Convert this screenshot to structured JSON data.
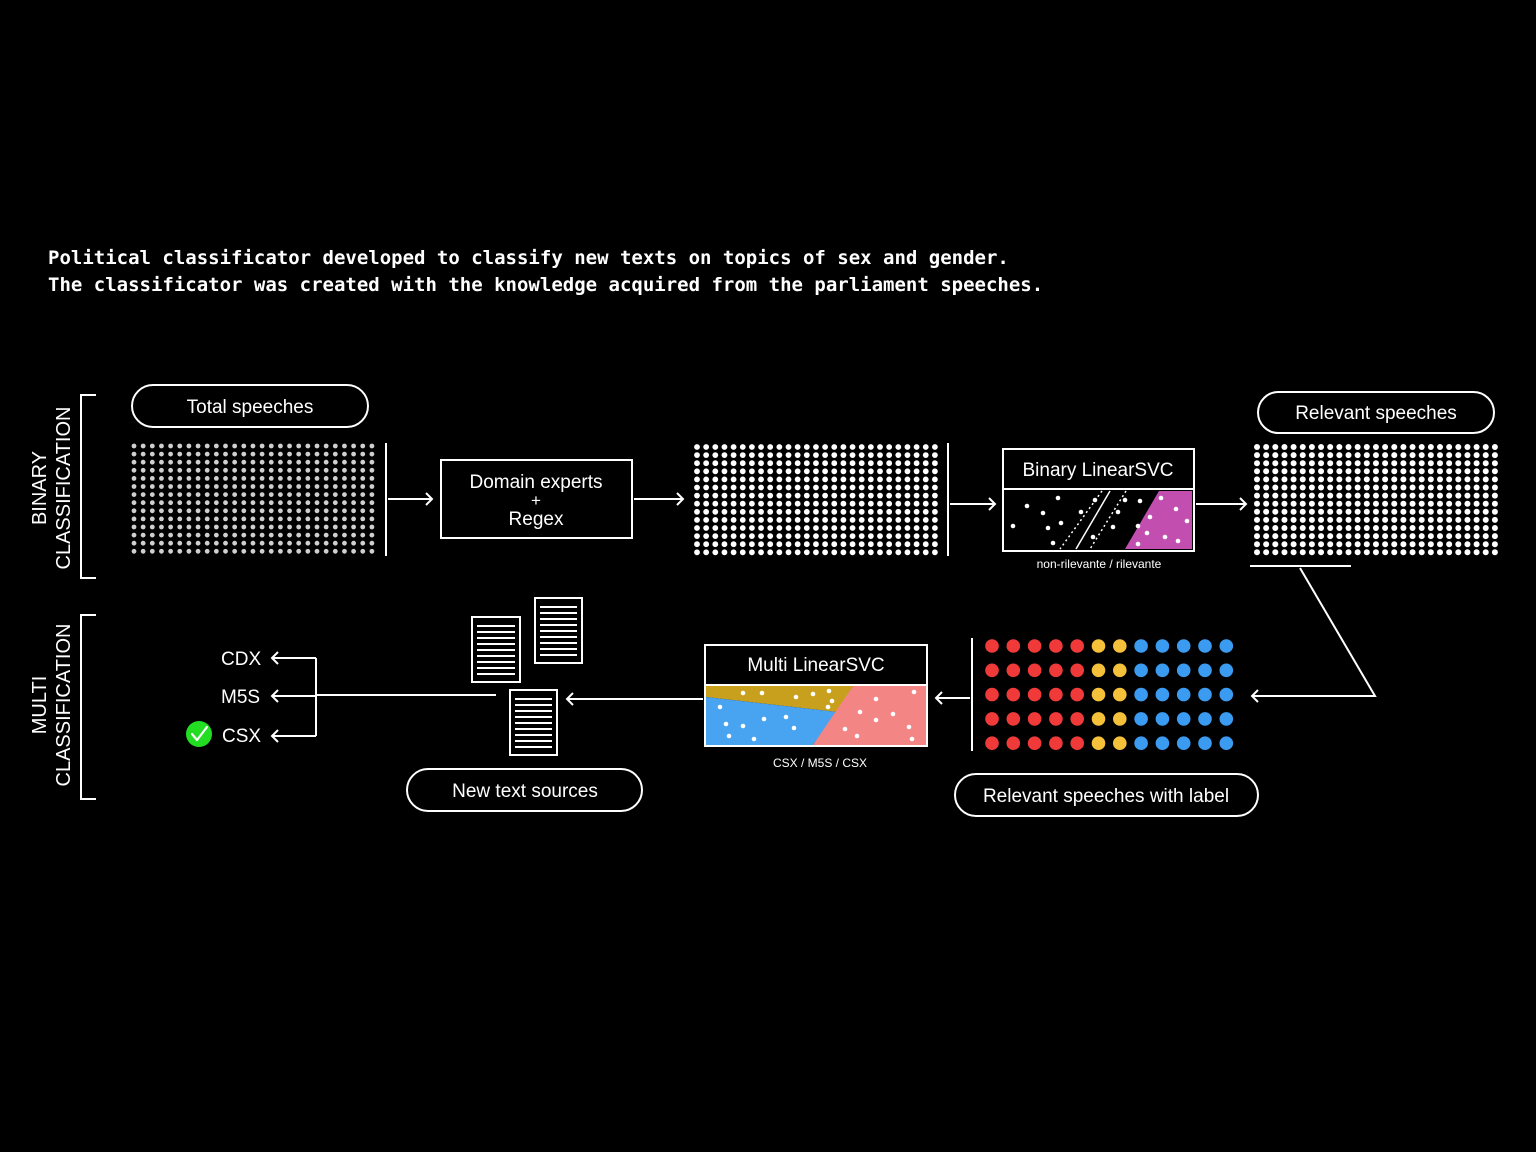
{
  "header": {
    "line1": "Political classificator developed to classify new texts on topics of sex and gender.",
    "line2": "The classificator was created with the knowledge acquired from the parliament speeches."
  },
  "sections": {
    "binary": {
      "line1": "BINARY",
      "line2": "CLASSIFICATION"
    },
    "multi": {
      "line1": "MULTI",
      "line2": "CLASSIFICATION"
    }
  },
  "binary_flow": {
    "total_label": "Total speeches",
    "experts_line1": "Domain experts",
    "experts_plus": "+",
    "experts_line2": "Regex",
    "svc_title": "Binary LinearSVC",
    "svc_caption": "non-rilevante / rilevante",
    "relevant_label": "Relevant speeches"
  },
  "multi_flow": {
    "svc_title": "Multi LinearSVC",
    "svc_caption": "CSX / M5S / CSX",
    "labeled_label": "Relevant speeches with label",
    "sources_label": "New text sources",
    "outputs": [
      "CDX",
      "M5S",
      "CSX"
    ],
    "selected_output": "CSX"
  },
  "colors": {
    "background": "#000000",
    "dot_dim": "#cfcfcf",
    "dot_bright": "#ffffff",
    "party_red": "#f03a3a",
    "party_yellow": "#f5c13a",
    "party_blue": "#3b9bf0",
    "region_magenta": "#c24fb0",
    "region_gold": "#c9a01e",
    "region_blue": "#48a3f0",
    "region_salmon": "#f38585",
    "check_green": "#22dd22"
  },
  "labeled_grid": {
    "rows": 5,
    "columns": [
      "red",
      "red",
      "red",
      "red",
      "red",
      "yellow",
      "yellow",
      "blue",
      "blue",
      "blue",
      "blue",
      "blue"
    ]
  },
  "icons": [
    "arrow-right-icon",
    "arrow-left-icon",
    "document-icon",
    "checkmark-icon"
  ]
}
